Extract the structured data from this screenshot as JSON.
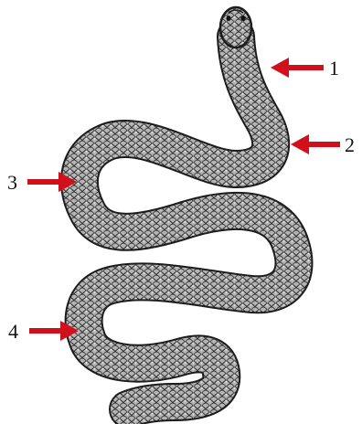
{
  "figure": {
    "subject_icon": "snake",
    "colors": {
      "background": "#ffffff",
      "arrow": "#d0101b",
      "body_outline": "#1c1c1c",
      "scale_fill": "#a9a9a9",
      "scale_line": "#2a2a2a",
      "label_text": "#111111"
    },
    "callouts": [
      {
        "label": "1",
        "direction": "left"
      },
      {
        "label": "2",
        "direction": "left"
      },
      {
        "label": "3",
        "direction": "right"
      },
      {
        "label": "4",
        "direction": "right"
      }
    ]
  }
}
